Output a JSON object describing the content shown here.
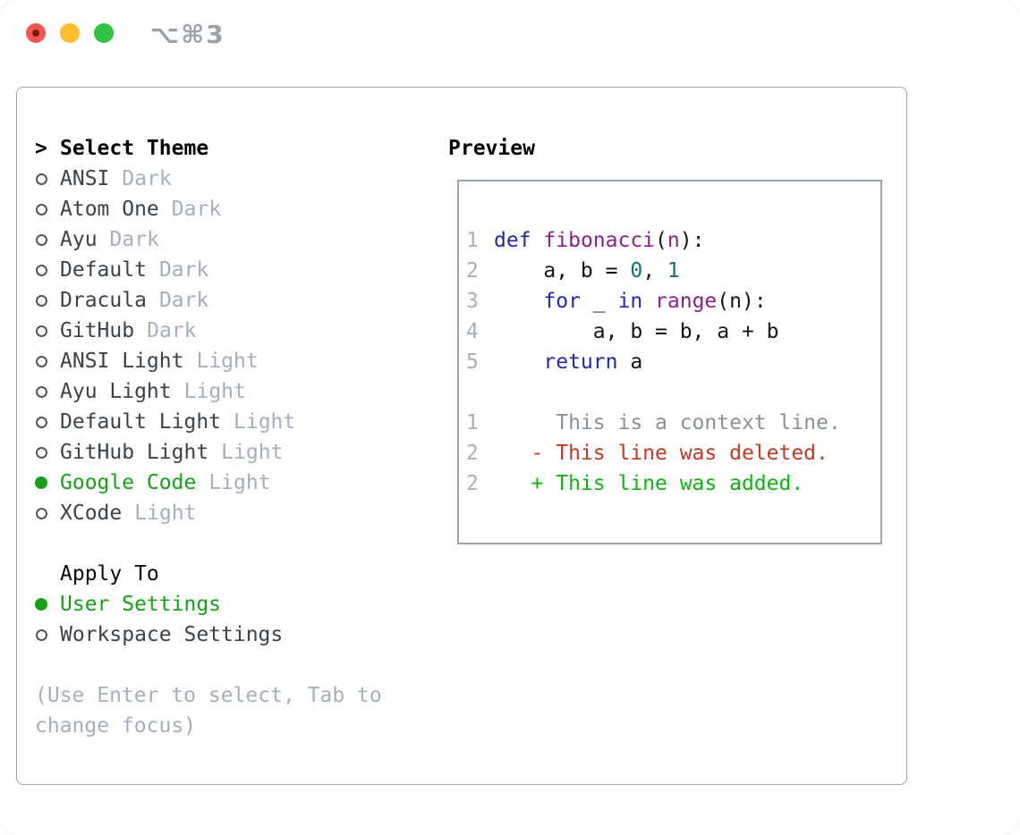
{
  "titlebar": {
    "shortcut": "⌥⌘3"
  },
  "theme_selector": {
    "cursor": ">",
    "title": "Select Theme",
    "items": [
      {
        "name": "ANSI",
        "tag": "Dark",
        "selected": false
      },
      {
        "name": "Atom One",
        "tag": "Dark",
        "selected": false
      },
      {
        "name": "Ayu",
        "tag": "Dark",
        "selected": false
      },
      {
        "name": "Default",
        "tag": "Dark",
        "selected": false
      },
      {
        "name": "Dracula",
        "tag": "Dark",
        "selected": false
      },
      {
        "name": "GitHub",
        "tag": "Dark",
        "selected": false
      },
      {
        "name": "ANSI Light",
        "tag": "Light",
        "selected": false
      },
      {
        "name": "Ayu Light",
        "tag": "Light",
        "selected": false
      },
      {
        "name": "Default Light",
        "tag": "Light",
        "selected": false
      },
      {
        "name": "GitHub Light",
        "tag": "Light",
        "selected": false
      },
      {
        "name": "Google Code",
        "tag": "Light",
        "selected": true
      },
      {
        "name": "XCode",
        "tag": "Light",
        "selected": false
      }
    ]
  },
  "apply_to": {
    "title": "Apply To",
    "options": [
      {
        "name": "User Settings",
        "selected": true
      },
      {
        "name": "Workspace Settings",
        "selected": false
      }
    ]
  },
  "hint": {
    "text": "(Use Enter to select, Tab to change focus)"
  },
  "preview": {
    "title": "Preview",
    "lines": [
      {
        "num": "1",
        "kind": "code",
        "tokens": [
          [
            "kw",
            "def"
          ],
          [
            "pl",
            " "
          ],
          [
            "ty",
            "fibonacci"
          ],
          [
            "pl",
            "("
          ],
          [
            "ty",
            "n"
          ],
          [
            "pl",
            "):"
          ]
        ]
      },
      {
        "num": "2",
        "kind": "code",
        "tokens": [
          [
            "pl",
            "    a, b = "
          ],
          [
            "lit",
            "0"
          ],
          [
            "pl",
            ", "
          ],
          [
            "lit",
            "1"
          ]
        ]
      },
      {
        "num": "3",
        "kind": "code",
        "tokens": [
          [
            "pl",
            "    "
          ],
          [
            "kw",
            "for"
          ],
          [
            "pl",
            " _ "
          ],
          [
            "kw",
            "in"
          ],
          [
            "pl",
            " "
          ],
          [
            "ty",
            "range"
          ],
          [
            "pl",
            "(n):"
          ]
        ]
      },
      {
        "num": "4",
        "kind": "code",
        "tokens": [
          [
            "pl",
            "        a, b = b, a + b"
          ]
        ]
      },
      {
        "num": "5",
        "kind": "code",
        "tokens": [
          [
            "pl",
            "    "
          ],
          [
            "kw",
            "return"
          ],
          [
            "pl",
            " a"
          ]
        ]
      },
      {
        "num": "",
        "kind": "blank",
        "tokens": []
      },
      {
        "num": "1",
        "kind": "context",
        "tokens": [
          [
            "ctx",
            "     This is a context line."
          ]
        ]
      },
      {
        "num": "2",
        "kind": "deleted",
        "tokens": [
          [
            "del",
            "   - This line was deleted."
          ]
        ]
      },
      {
        "num": "2",
        "kind": "added",
        "tokens": [
          [
            "add",
            "   + This line was added."
          ]
        ]
      }
    ]
  },
  "colors": {
    "kw": "#2525b2",
    "type": "#8b1f8b",
    "literal": "#0f6f6f",
    "plain": "#141414",
    "context": "#8a9098",
    "deleted": "#c53722",
    "added": "#0fb50f",
    "linenum": "#a6aebc",
    "name": "#3c4249",
    "tag": "#a6aebc",
    "selected": "#12a312",
    "ring": "#50565e",
    "hint": "#a6aebc",
    "border": "#9ba3ad",
    "shortcut": "#9aa1a9",
    "traffic-red": "#f4564e",
    "traffic-yellow": "#f9bd2e",
    "traffic-green": "#2cc440"
  }
}
